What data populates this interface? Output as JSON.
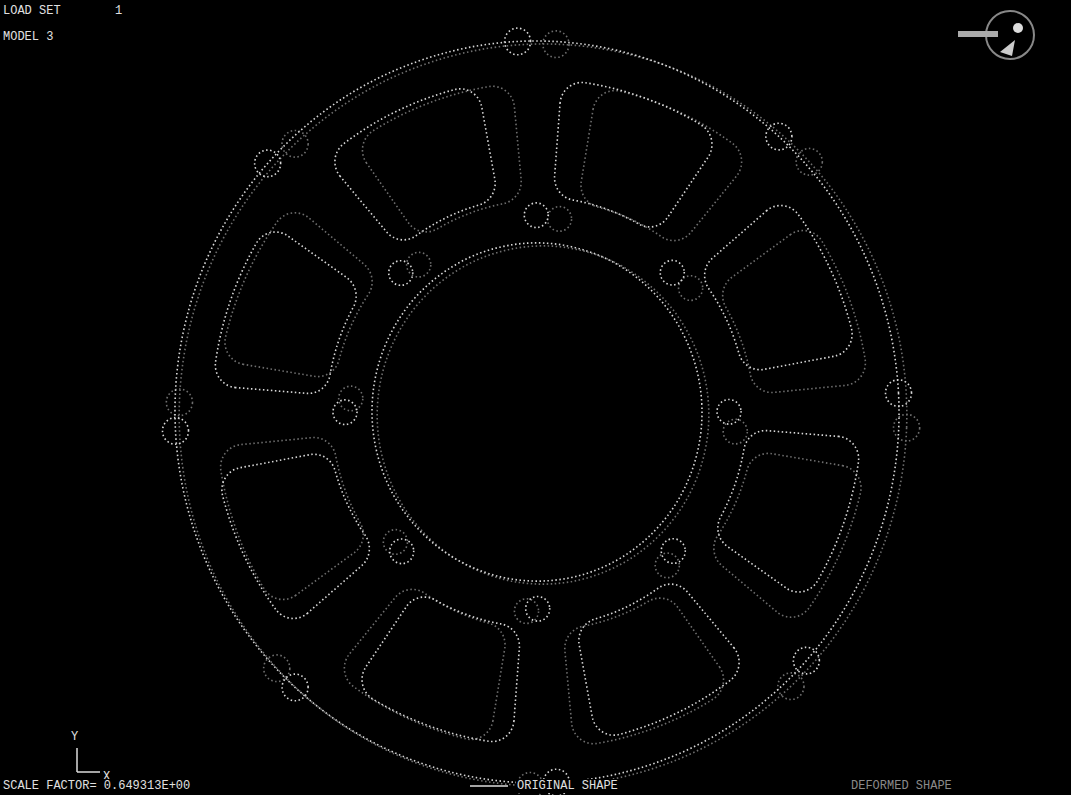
{
  "diagram": {
    "labels": [
      "LOAD SET",
      "1",
      "MODEL 3",
      "Y",
      "X",
      "SCALE FACTOR= 0.649313E+00"
    ],
    "legend": [
      {
        "text": "ORIGINAL SHAPE"
      },
      {
        "text": "DEFORMED SHAPE"
      }
    ]
  }
}
